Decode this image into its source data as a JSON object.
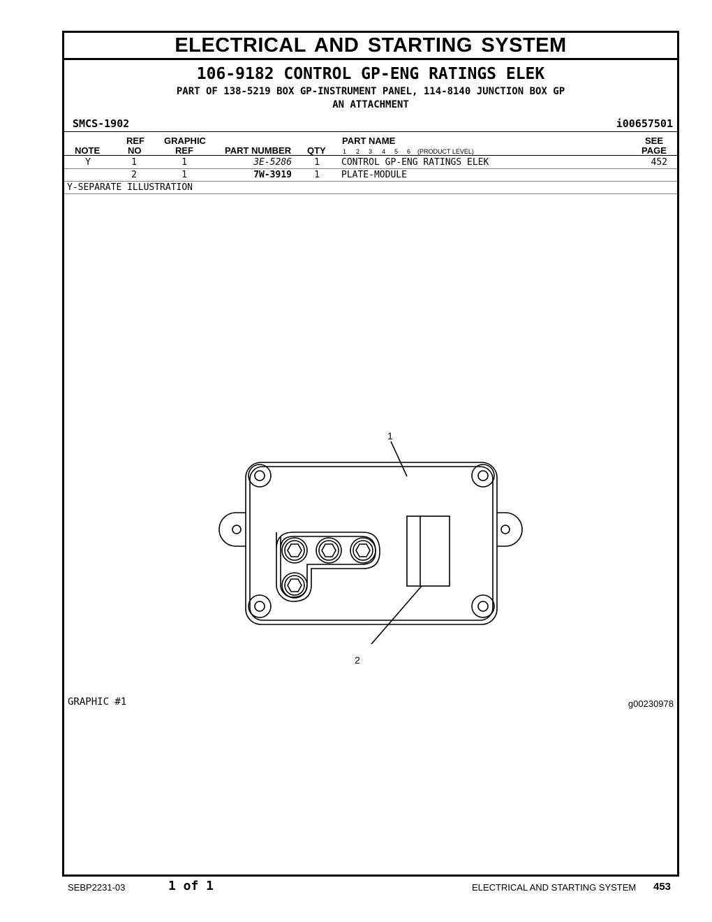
{
  "header": {
    "section_title": "ELECTRICAL AND STARTING SYSTEM",
    "group_title": "106-9182 CONTROL GP-ENG RATINGS ELEK",
    "part_of": "PART OF 138-5219 BOX GP-INSTRUMENT PANEL, 114-8140 JUNCTION BOX GP",
    "attachment": "AN ATTACHMENT",
    "smcs": "SMCS-1902",
    "illustration_id": "i00657501"
  },
  "table": {
    "headers": {
      "note": "NOTE",
      "ref_top": "REF",
      "ref_bottom": "NO",
      "graphic_top": "GRAPHIC",
      "graphic_bottom": "REF",
      "part_number": "PART NUMBER",
      "qty": "QTY",
      "part_name": "PART NAME",
      "levels": [
        "1",
        "2",
        "3",
        "4",
        "5",
        "6"
      ],
      "product_level": "(PRODUCT LEVEL)",
      "see_top": "SEE",
      "see_bottom": "PAGE"
    },
    "rows": [
      {
        "note": "Y",
        "ref_no": "1",
        "graphic_ref": "1",
        "part_number": "3E-5286",
        "qty": "1",
        "part_name": "CONTROL GP-ENG RATINGS ELEK",
        "see_page": "452"
      },
      {
        "note": "",
        "ref_no": "2",
        "graphic_ref": "1",
        "part_number": "7W-3919",
        "qty": "1",
        "part_name": "PLATE-MODULE",
        "see_page": ""
      }
    ],
    "footnote": "Y-SEPARATE ILLUSTRATION"
  },
  "graphic": {
    "callouts": [
      "1",
      "2"
    ],
    "label": "GRAPHIC #1",
    "id": "g00230978"
  },
  "footer": {
    "doc_number": "SEBP2231-03",
    "page_of": "1 of 1",
    "section": "ELECTRICAL AND STARTING SYSTEM",
    "page_number": "453"
  }
}
